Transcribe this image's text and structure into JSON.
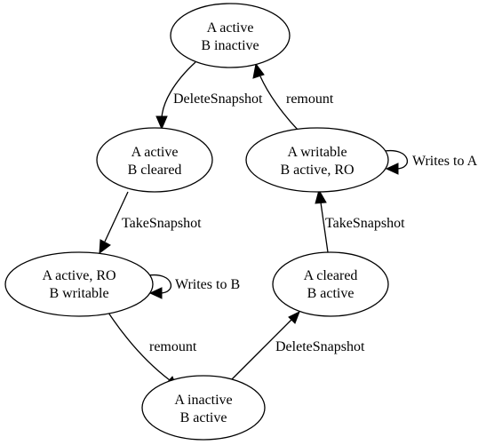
{
  "nodes": {
    "a_active_b_inactive": {
      "line1": "A active",
      "line2": "B inactive"
    },
    "a_active_b_cleared": {
      "line1": "A active",
      "line2": "B cleared"
    },
    "a_writable_b_active_ro": {
      "line1": "A writable",
      "line2": "B active, RO"
    },
    "a_active_ro_b_writable": {
      "line1": "A active, RO",
      "line2": "B writable"
    },
    "a_cleared_b_active": {
      "line1": "A cleared",
      "line2": "B active"
    },
    "a_inactive_b_active": {
      "line1": "A inactive",
      "line2": "B active"
    }
  },
  "edges": {
    "delete_snapshot_1": "DeleteSnapshot",
    "remount_1": "remount",
    "writes_to_a": "Writes to A",
    "take_snapshot_1": "TakeSnapshot",
    "take_snapshot_2": "TakeSnapshot",
    "writes_to_b": "Writes to B",
    "remount_2": "remount",
    "delete_snapshot_2": "DeleteSnapshot"
  }
}
